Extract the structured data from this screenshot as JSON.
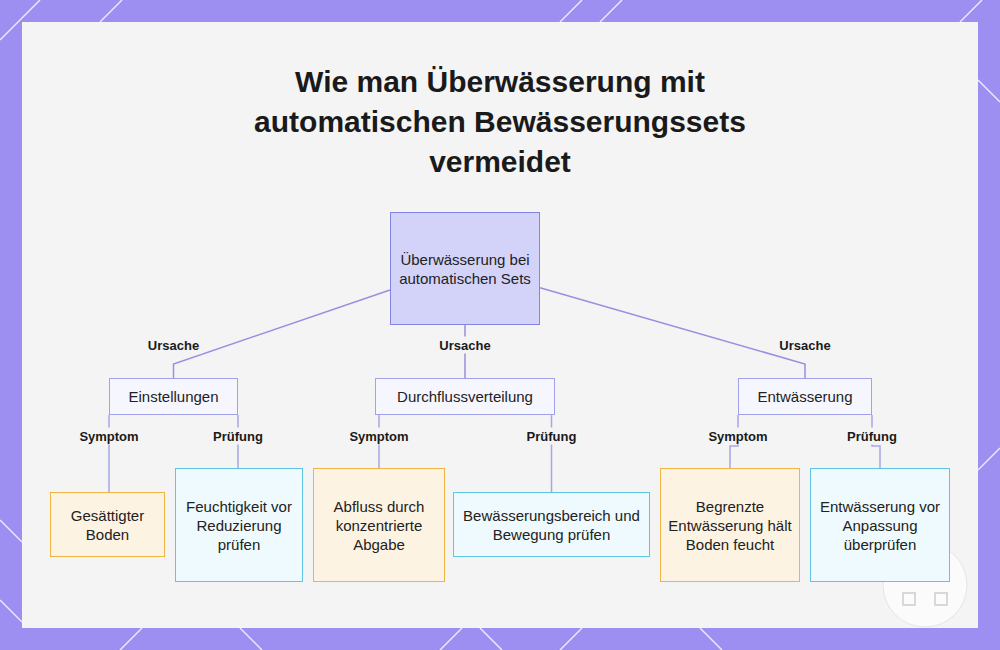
{
  "diagram": {
    "title": "Wie man Überwässerung mit automatischen Bewässerungssets vermeidet",
    "nodes": [
      {
        "text": [
          "Überwässerung bei automatischen Sets"
        ]
      },
      {
        "text": [
          "Einstellungen"
        ]
      },
      {
        "text": [
          "Durchflussverteilung"
        ]
      },
      {
        "text": [
          "Entwässerung"
        ]
      },
      {
        "text": [
          "Gesättigter Boden"
        ]
      },
      {
        "text": [
          "Feuchtigkeit vor Reduzierung prüfen"
        ]
      },
      {
        "text": [
          "Abfluss durch konzentrierte Abgabe"
        ]
      },
      {
        "text": [
          "Bewässerungsbereich und Bewegung prüfen"
        ]
      },
      {
        "text": [
          "Begrenzte Entwässerung hält Boden feucht"
        ]
      },
      {
        "text": [
          "Entwässerung vor Anpassung überprüfen"
        ]
      }
    ],
    "edges": [
      {
        "from": 0,
        "to": 1,
        "label": "Ursache",
        "arrow": "none"
      },
      {
        "from": 0,
        "to": 2,
        "label": "Ursache",
        "arrow": "none"
      },
      {
        "from": 0,
        "to": 3,
        "label": "Ursache",
        "arrow": "none"
      },
      {
        "from": 1,
        "to": 4,
        "label": "Symptom",
        "arrow": "none"
      },
      {
        "from": 1,
        "to": 5,
        "label": "Prüfung",
        "arrow": "none"
      },
      {
        "from": 2,
        "to": 6,
        "label": "Symptom",
        "arrow": "none"
      },
      {
        "from": 2,
        "to": 7,
        "label": "Prüfung",
        "arrow": "none"
      },
      {
        "from": 3,
        "to": 8,
        "label": "Symptom",
        "arrow": "none"
      },
      {
        "from": 3,
        "to": 9,
        "label": "Prüfung",
        "arrow": "none"
      }
    ]
  }
}
